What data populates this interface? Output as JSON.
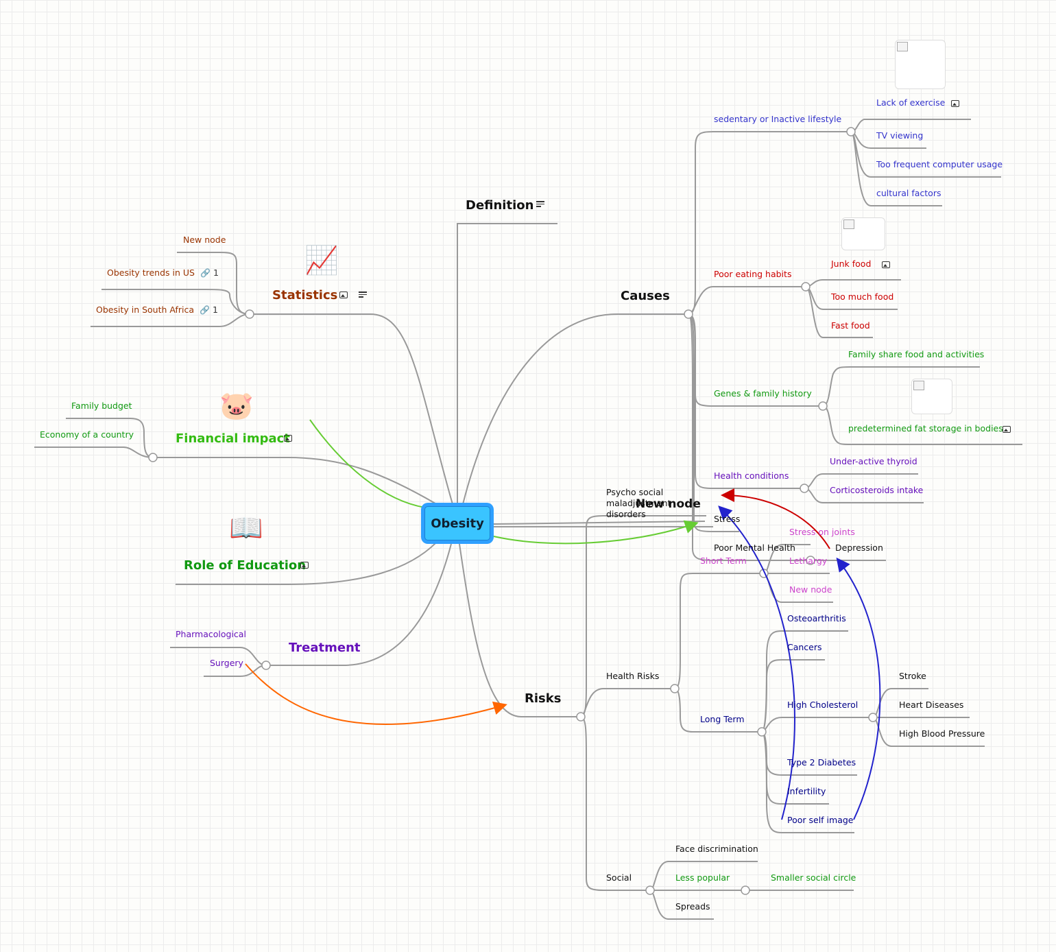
{
  "colors": {
    "causes_blue": "#3333cc",
    "causes_red": "#cc0000",
    "causes_green": "#119911",
    "causes_purple": "#6611bb",
    "stats_brown": "#993300",
    "financial_green": "#33bb11",
    "education_green": "#119911",
    "treatment_purple": "#6611bb",
    "risks_navy": "#000088",
    "magenta": "#cc44cc",
    "accent_blue": "#2fa0ff"
  },
  "center": "Obesity",
  "definition": "Definition",
  "causes": {
    "title": "Causes",
    "sedentary": "sedentary or Inactive lifestyle",
    "lack_exercise": "Lack of exercise",
    "tv": "TV viewing",
    "computer": "Too frequent computer usage",
    "cultural": "cultural factors",
    "poor_eating": "Poor eating habits",
    "junk": "Junk food",
    "too_much": "Too much food",
    "fast": "Fast food",
    "genes": "Genes & family history",
    "family_share": "Family share food and activities",
    "fat_storage": "predetermined fat storage in bodies",
    "health_conditions": "Health conditions",
    "thyroid": "Under-active thyroid",
    "cortico": "Corticosteroids intake",
    "psycho": "Psycho social maladjustment disorders",
    "new_node": "New node",
    "stress": "Stress",
    "poor_mental": "Poor Mental Health",
    "depression": "Depression"
  },
  "statistics": {
    "title": "Statistics",
    "new_node": "New node",
    "us": "Obesity trends in US",
    "sa": "Obesity in South Africa",
    "us_links": "1",
    "sa_links": "1"
  },
  "financial": {
    "title": "Financial impact",
    "family": "Family budget",
    "economy": "Economy of a country"
  },
  "education": {
    "title": "Role of Education"
  },
  "treatment": {
    "title": "Treatment",
    "pharma": "Pharmacological",
    "surgery": "Surgery"
  },
  "risks": {
    "title": "Risks",
    "health": "Health Risks",
    "short": "Short Term",
    "stress_joints": "Stress on joints",
    "lethargy": "Lethargy",
    "new_node": "New node",
    "long": "Long Term",
    "osteo": "Osteoarthritis",
    "cancers": "Cancers",
    "cholesterol": "High Cholesterol",
    "stroke": "Stroke",
    "heart": "Heart Diseases",
    "bp": "High Blood Pressure",
    "diabetes": "Type 2 Diabetes",
    "infertility": "Infertility",
    "self_image": "Poor self image",
    "social": "Social",
    "discrimination": "Face discrimination",
    "less_popular": "Less popular",
    "smaller_circle": "Smaller social circle",
    "spreads": "Spreads"
  }
}
